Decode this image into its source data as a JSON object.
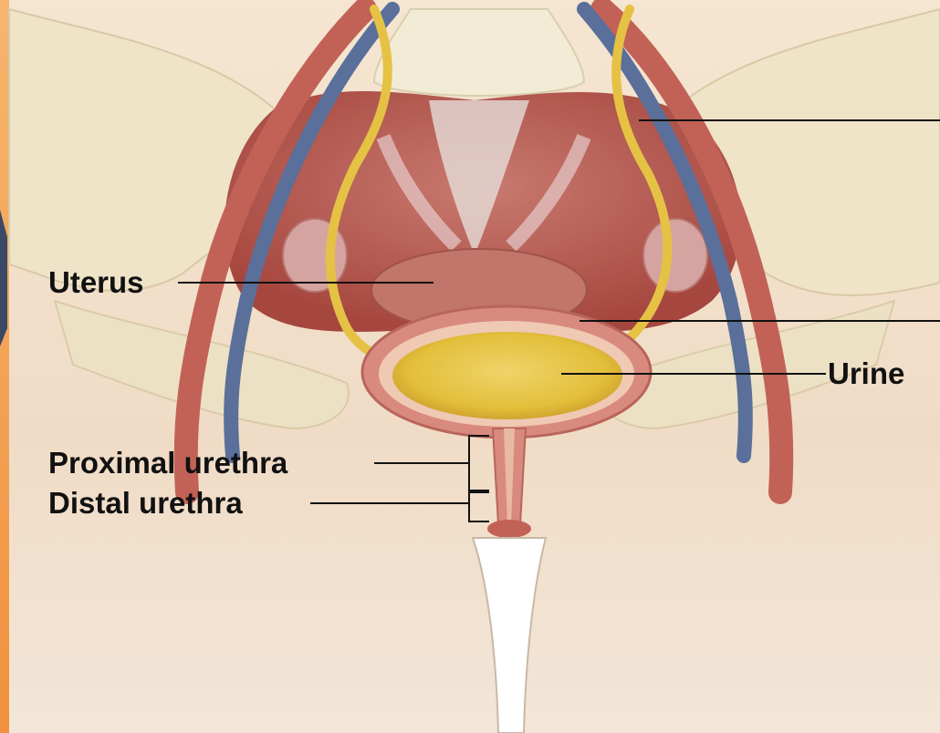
{
  "diagram": {
    "labels": {
      "uterus": "Uterus",
      "urine": "Urine",
      "proximal_urethra": "Proximal urethra",
      "distal_urethra": "Distal urethra"
    },
    "colors": {
      "skin": "#f0dcc6",
      "bone": "#eee6c6",
      "muscle": "#b85a54",
      "artery": "#c26256",
      "vein": "#5a6f99",
      "ureter": "#e5c244",
      "urine": "#e3bf3a",
      "bladder_wall": "#d98a7e",
      "leader_line": "#111111",
      "side_strip": "#f4a25a"
    }
  }
}
